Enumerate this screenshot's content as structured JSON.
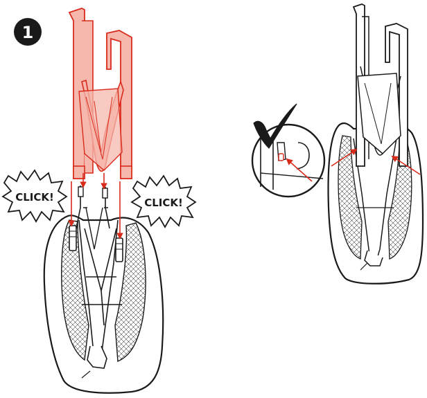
{
  "step": {
    "number": "1"
  },
  "callouts": {
    "left": "CLICK!",
    "right": "CLICK!"
  },
  "colors": {
    "ink": "#1a1a1a",
    "highlight_fill": "#f6b8ad",
    "highlight_stroke": "#d92b1c",
    "arrow": "#d92b1c",
    "paper": "#ffffff"
  },
  "icons": {
    "step_badge": "numbered-circle-icon",
    "confirm": "checkmark-icon",
    "detail": "magnifier-detail-icon"
  }
}
